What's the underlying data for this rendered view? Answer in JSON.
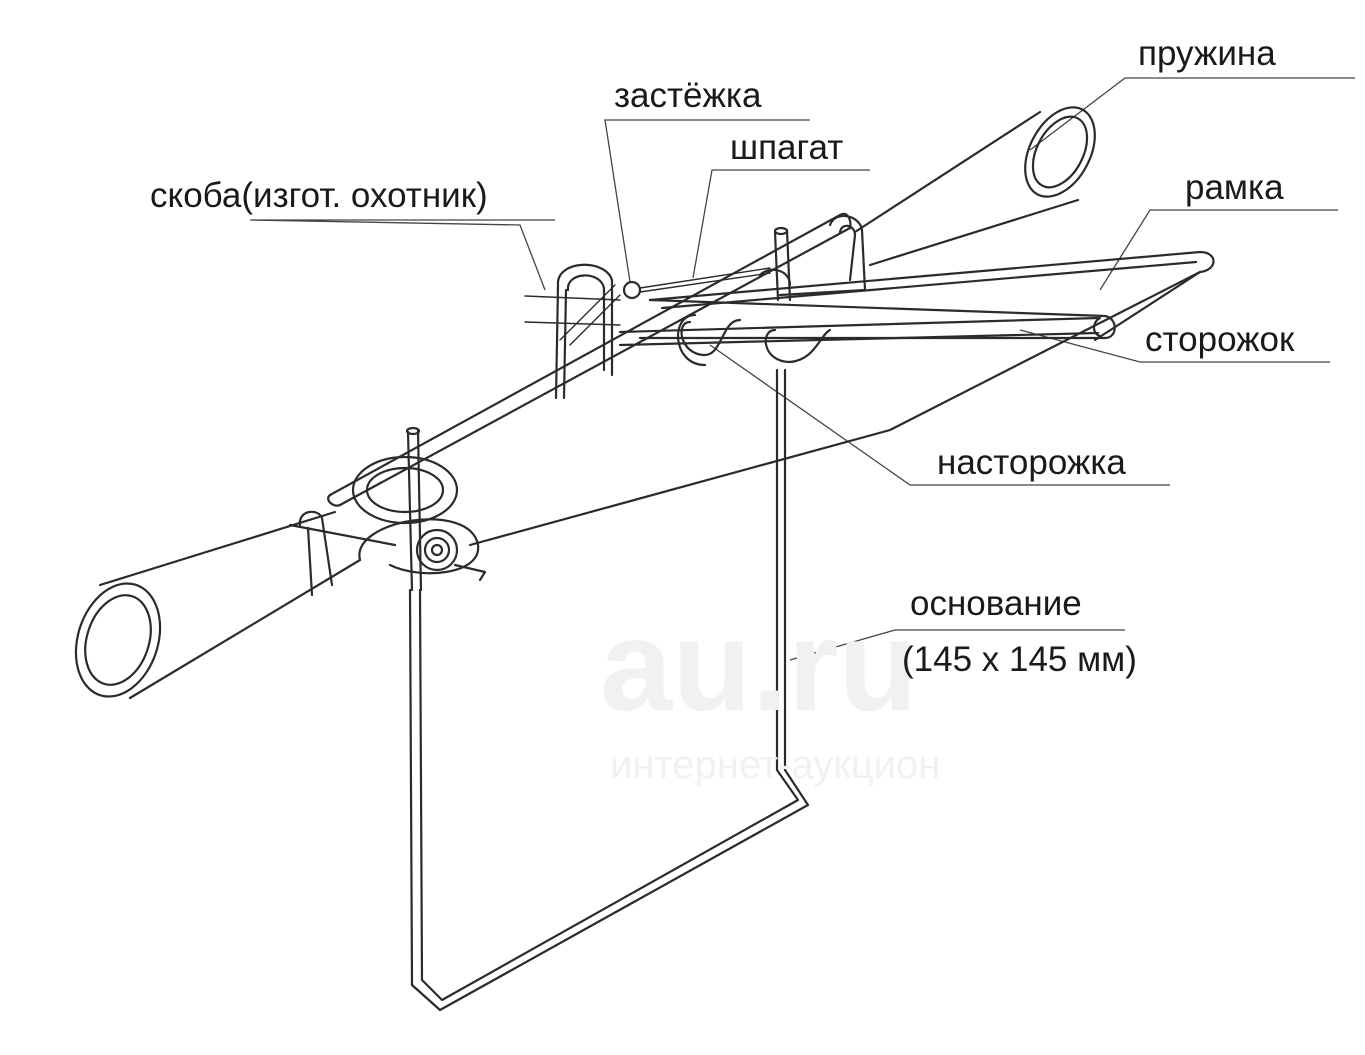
{
  "labels": {
    "spring": "пружина",
    "clasp": "застёжка",
    "twine": "шпагат",
    "bracket": "скоба(изгот. охотник)",
    "frame": "рамка",
    "guard": "сторожок",
    "trigger": "насторожка",
    "base": "основание",
    "base_size": "(145 х 145 мм)"
  },
  "watermark": {
    "logo": "au.ru",
    "caption": "интернет-аукцион"
  }
}
